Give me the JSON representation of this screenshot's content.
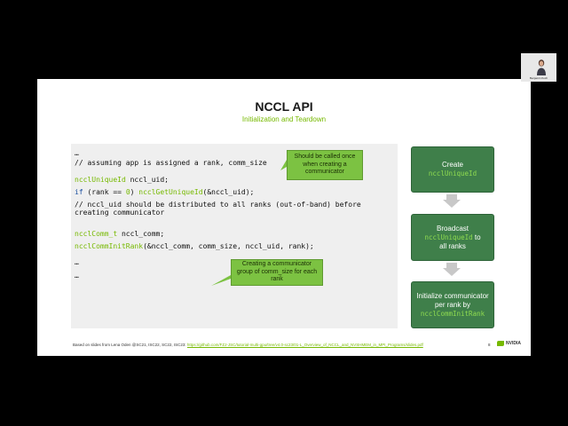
{
  "slide": {
    "title": "NCCL API",
    "subtitle": "Initialization and Teardown"
  },
  "code": {
    "lines": [
      "…",
      "// assuming app is assigned a rank, comm_size",
      "",
      "ncclUniqueId nccl_uid;",
      "if (rank == 0) ncclGetUniqueId(&nccl_uid);",
      "// nccl_uid should be distributed to all ranks (out-of-band) before",
      "creating communicator",
      "",
      "ncclComm_t nccl_comm;",
      "ncclCommInitRank(&nccl_comm, comm_size, nccl_uid, rank);",
      "…",
      "…"
    ]
  },
  "callouts": {
    "first": "Should be called once when creating a communicator",
    "second": "Creating a communicator group of comm_size for each rank"
  },
  "flow": {
    "step1_text": "Create",
    "step1_code": "ncclUniqueId",
    "step2_text_a": "Broadcast",
    "step2_code": "ncclUniqueId",
    "step2_text_b": "to",
    "step2_text_c": "all ranks",
    "step3_text": "Initialize communicator per rank by",
    "step3_code": "ncclCommInitRank"
  },
  "footer": {
    "text": "Based on slides from Lena Oden @SC21, ISC22, SC22, ISC23",
    "link": "https://github.com/FZJ-JSC/tutorial-multi-gpu/tree/v4.0-sc23/01-L_Overview_of_NCCL_and_NVSHMEM_in_MPI_Programs/slides.pdf",
    "page": "8",
    "brand": "NVIDIA"
  },
  "thumbnail": {
    "name": "Benjamin Koch"
  }
}
